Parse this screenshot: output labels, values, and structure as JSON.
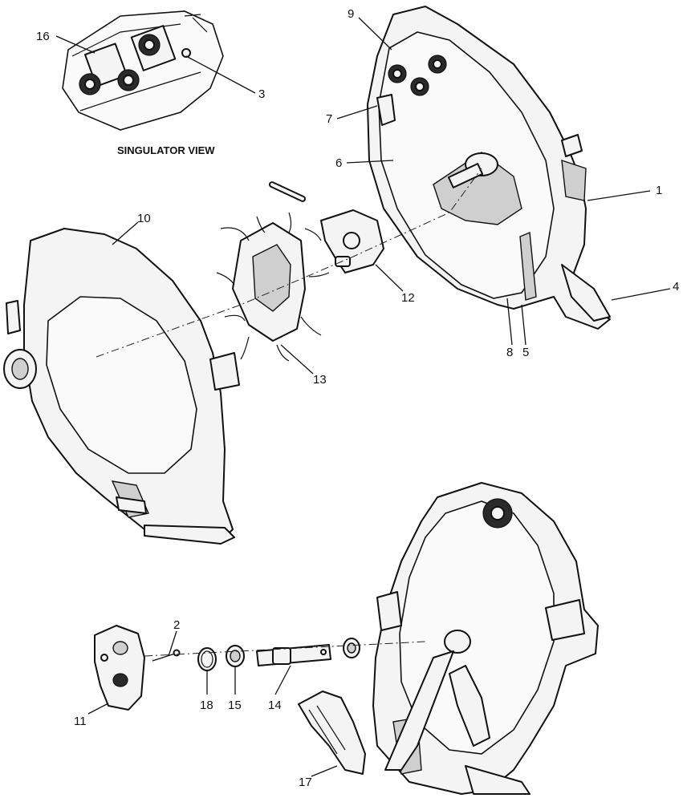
{
  "caption": "SINGULATOR VIEW",
  "callouts": {
    "c1": "1",
    "c2": "2",
    "c3": "3",
    "c4": "4",
    "c5": "5",
    "c6": "6",
    "c7": "7",
    "c8": "8",
    "c9": "9",
    "c10": "10",
    "c11": "11",
    "c12": "12",
    "c13": "13",
    "c14": "14",
    "c15": "15",
    "c16": "16",
    "c17": "17",
    "c18": "18"
  }
}
